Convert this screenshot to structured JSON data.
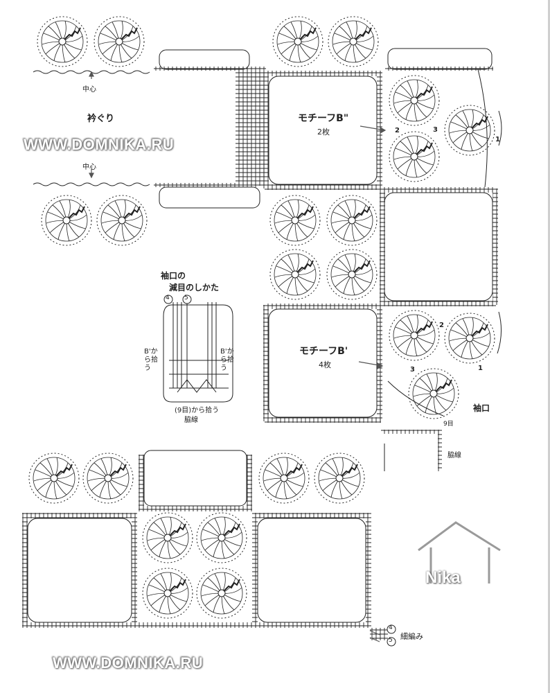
{
  "labels": {
    "neckline": "衿ぐり",
    "center_top": "中心",
    "center_bottom": "中心",
    "motif_b2": "モチーフB\"",
    "motif_b2_count": "2枚",
    "motif_b1": "モチーフB'",
    "motif_b1_count": "4枚",
    "sleeve_title_1": "袖口の",
    "sleeve_title_2": "減目のしかた",
    "pick_from_b_left": "B'から拾う",
    "pick_from_b_right": "B'から拾う",
    "pick_9rows": "(9目)から拾う",
    "side_seam_small": "脇線",
    "sleeve": "袖口",
    "rows_9": "9目",
    "side_seam": "脇線",
    "fine_edge": "細編み",
    "num_4": "4",
    "num_5": "5",
    "num_4b": "4",
    "num_5b": "5",
    "n1": "1",
    "n2": "2",
    "n3": "3",
    "n1b": "1",
    "n2b": "2",
    "n3b": "3"
  },
  "watermark": {
    "text_top": "WWW.DOMNIKA.RU",
    "text_bottom": "WWW.DOMNIKA.RU",
    "logo": "Nika"
  },
  "colors": {
    "ink": "#222222",
    "arrow": "#555555"
  }
}
